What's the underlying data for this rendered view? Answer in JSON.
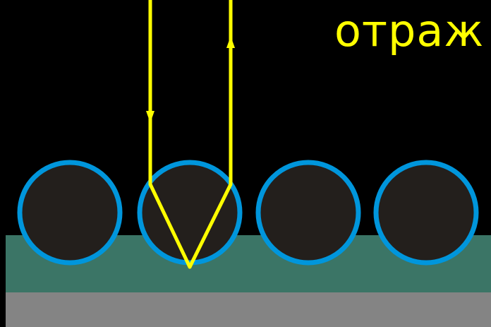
{
  "caption": "отраж",
  "colors": {
    "background": "#000000",
    "sphere_fill": "#231f1c",
    "sphere_outline": "#0096dc",
    "ray": "#ffff00",
    "substrate_top": "#3b7566",
    "substrate_bottom": "#848484",
    "caption": "#ffff00"
  },
  "diagram": {
    "sphere_count": 4,
    "ray_path": [
      "incident-ray-down",
      "refraction-into-sphere",
      "refraction-out-of-sphere",
      "reflected-ray-up"
    ]
  }
}
